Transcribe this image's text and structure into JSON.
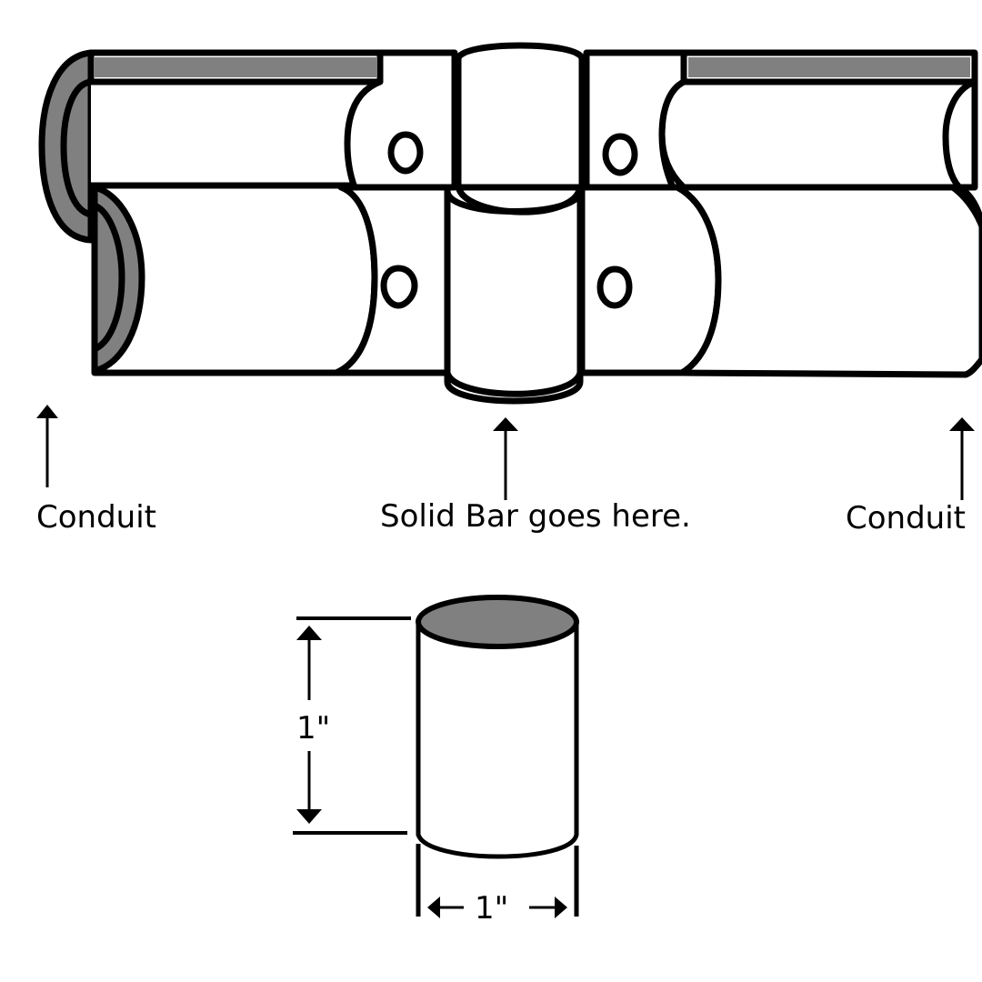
{
  "labels": {
    "conduit_left": "Conduit",
    "solid_bar": "Solid Bar goes here.",
    "conduit_right": "Conduit",
    "height_dimension": "1\"",
    "width_dimension": "1\""
  },
  "colors": {
    "outline": "#000000",
    "fill": "#ffffff",
    "shade": "#808080"
  }
}
